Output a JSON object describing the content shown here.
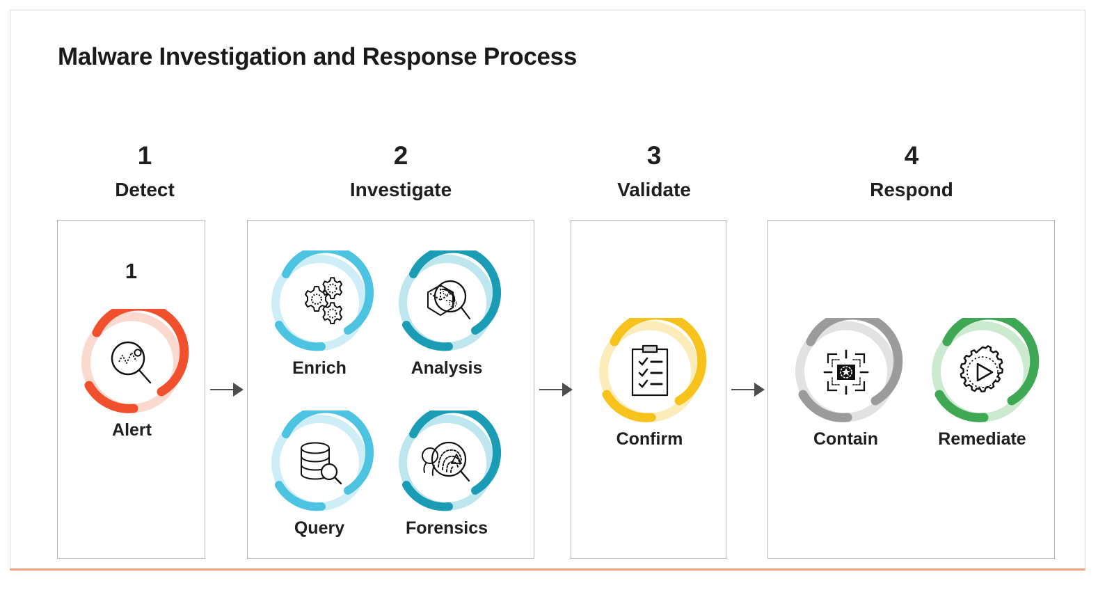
{
  "slide": {
    "title": "Malware Investigation and Response Process",
    "accent_bottom_color": "#f0a080",
    "border_color": "#d8d8d8",
    "background": "#ffffff",
    "text_color": "#1f1f1f"
  },
  "stages": [
    {
      "number": "1",
      "name": "Detect",
      "panel_inner_number": "1",
      "nodes": [
        {
          "label": "Alert",
          "icon": "alert-magnifier-icon",
          "color": "#f0502d",
          "color_mid": "#f0502d",
          "color_light": "#fbd9cf"
        }
      ]
    },
    {
      "number": "2",
      "name": "Investigate",
      "panel_inner_number": "",
      "nodes": [
        {
          "label": "Enrich",
          "icon": "gears-icon",
          "color": "#4cc3e0",
          "color_mid": "#4cc3e0",
          "color_light": "#cdeef7"
        },
        {
          "label": "Analysis",
          "icon": "cube-magnifier-icon",
          "color": "#1a9cb5",
          "color_mid": "#1a9cb5",
          "color_light": "#bee6ef"
        },
        {
          "label": "Query",
          "icon": "database-search-icon",
          "color": "#4cc3e0",
          "color_mid": "#4cc3e0",
          "color_light": "#cdeef7"
        },
        {
          "label": "Forensics",
          "icon": "fingerprint-icon",
          "color": "#1a9cb5",
          "color_mid": "#1a9cb5",
          "color_light": "#bee6ef"
        }
      ]
    },
    {
      "number": "3",
      "name": "Validate",
      "panel_inner_number": "",
      "nodes": [
        {
          "label": "Confirm",
          "icon": "clipboard-checklist-icon",
          "color": "#f8c21c",
          "color_mid": "#f8c21c",
          "color_light": "#fcecb9"
        }
      ]
    },
    {
      "number": "4",
      "name": "Respond",
      "panel_inner_number": "",
      "nodes": [
        {
          "label": "Contain",
          "icon": "target-virus-icon",
          "color": "#9b9b9b",
          "color_mid": "#9b9b9b",
          "color_light": "#e2e2e2"
        },
        {
          "label": "Remediate",
          "icon": "gear-play-icon",
          "color": "#3fa855",
          "color_mid": "#3fa855",
          "color_light": "#cceacf"
        }
      ]
    }
  ],
  "arrows": [
    {
      "name": "arrow-detect-to-investigate"
    },
    {
      "name": "arrow-investigate-to-validate"
    },
    {
      "name": "arrow-validate-to-respond"
    }
  ]
}
